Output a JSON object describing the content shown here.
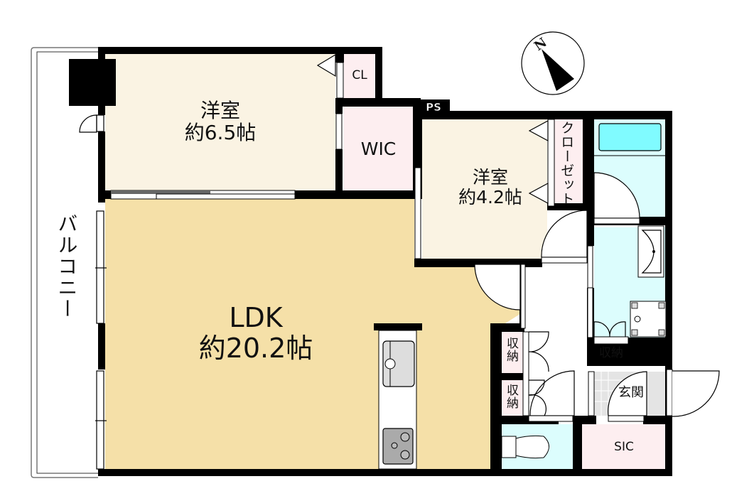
{
  "floor_plan": {
    "compass": {
      "label": "N",
      "icon": "north-arrow-icon"
    },
    "rooms": [
      {
        "id": "western1",
        "name": "洋室",
        "size": "約6.5帖",
        "color": "#faf3e3"
      },
      {
        "id": "western2",
        "name": "洋室",
        "size": "約4.2帖",
        "color": "#faf3e3"
      },
      {
        "id": "ldk",
        "name": "LDK",
        "size": "約20.2帖",
        "color": "#f5e0a8"
      },
      {
        "id": "cl",
        "name": "CL",
        "color": "#fdeef0"
      },
      {
        "id": "wic",
        "name": "WIC",
        "color": "#fdeef0"
      },
      {
        "id": "closet",
        "name": "クローゼット",
        "color": "#fdeef0"
      },
      {
        "id": "ps",
        "name": "PS"
      },
      {
        "id": "storage1",
        "name": "収納",
        "color": "#fdeef0"
      },
      {
        "id": "storage2",
        "name": "収納",
        "color": "#fdeef0"
      },
      {
        "id": "storage3",
        "name": "収納",
        "color": "#fdeef0"
      },
      {
        "id": "entrance",
        "name": "玄関",
        "color": "#e4e4e4"
      },
      {
        "id": "sic",
        "name": "SIC",
        "color": "#fdeef0"
      },
      {
        "id": "balcony",
        "name": "バルコニー",
        "color": "#ffffff"
      },
      {
        "id": "bath",
        "name": "",
        "color": "#dcfdfd"
      },
      {
        "id": "washroom",
        "name": "",
        "color": "#dcfdfd"
      },
      {
        "id": "toilet",
        "name": "",
        "color": "#dcfdfd"
      }
    ],
    "colors": {
      "wall": "#000000",
      "bathtub": "#80fbff",
      "sink": "#d8d8d8"
    }
  }
}
